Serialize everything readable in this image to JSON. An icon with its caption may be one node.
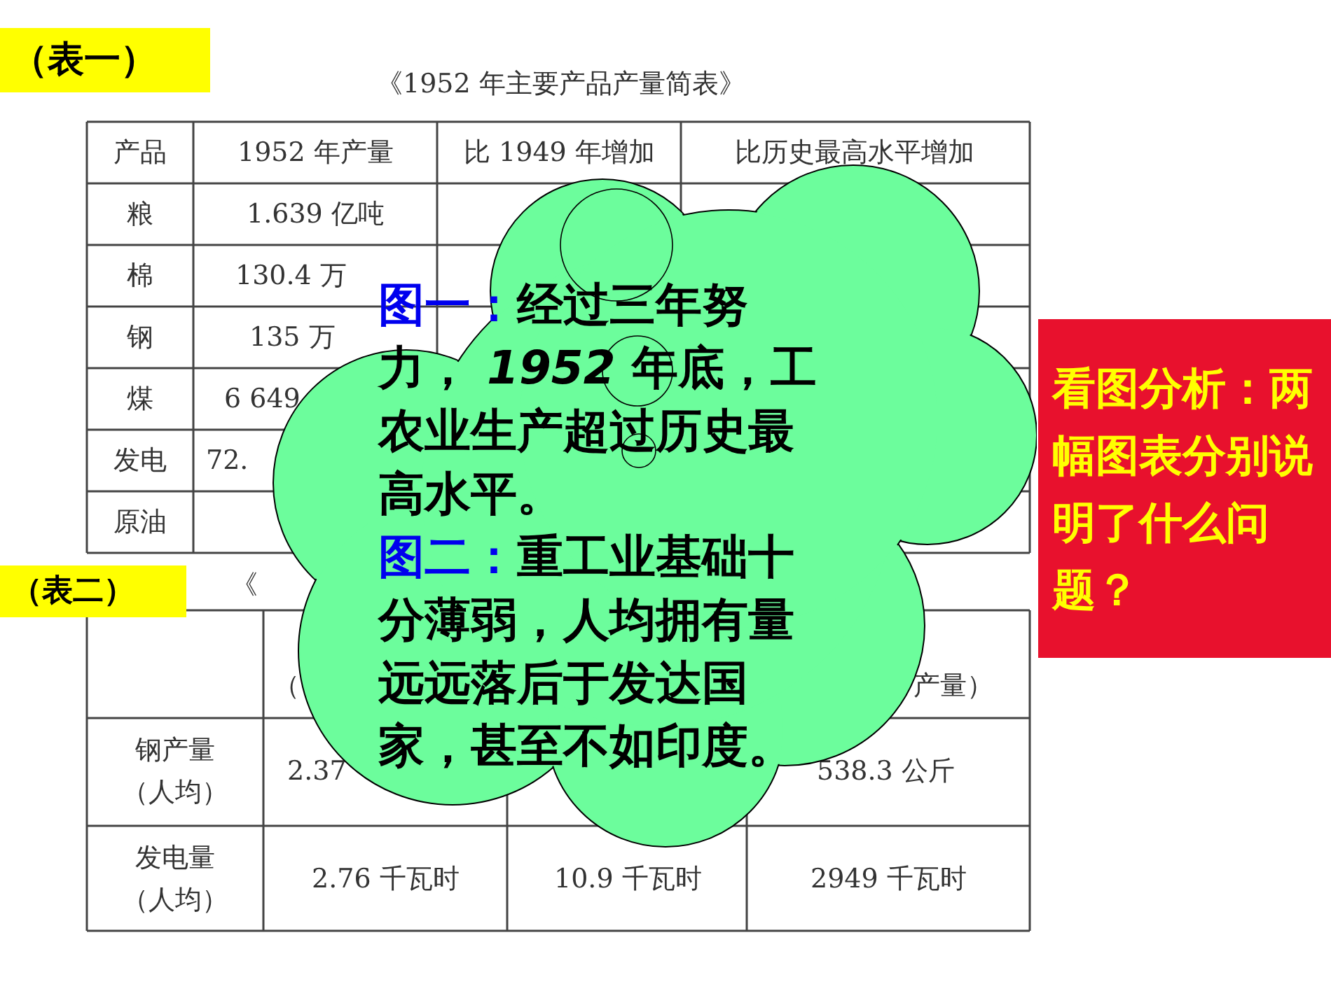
{
  "diagram": {
    "nodes": [
      {
        "text": [
          "（表一）"
        ]
      },
      {
        "text": [
          "（表二）"
        ]
      },
      {
        "text": [
          "图一：",
          "经过三年努力， *1952* 年底，工农业生产超过历史最高水平。",
          "图二：",
          "重工业基础十分薄弱，人均拥有量远远落后于发达国家，甚至不如印度。"
        ]
      },
      {
        "text": [
          "看图分析：两幅图表分别说明了什么问题？"
        ]
      }
    ],
    "labels": [
      "《1952 年主要产品产量简表》",
      "产品",
      "1952 年产量",
      "比 1949 年增加",
      "比历史最高水平增加",
      "粮",
      "1.639 亿吨",
      "棉",
      "130.4 万",
      "钢",
      "135 万",
      "煤",
      "6 649",
      "发电",
      "72.",
      "原油",
      "《",
      "（",
      "产量）",
      "钢产量（人均）",
      "2.37",
      "538.3 公斤",
      "发电量（人均）",
      "2.76 千瓦时",
      "10.9 千瓦时",
      "2949 千瓦时"
    ]
  }
}
